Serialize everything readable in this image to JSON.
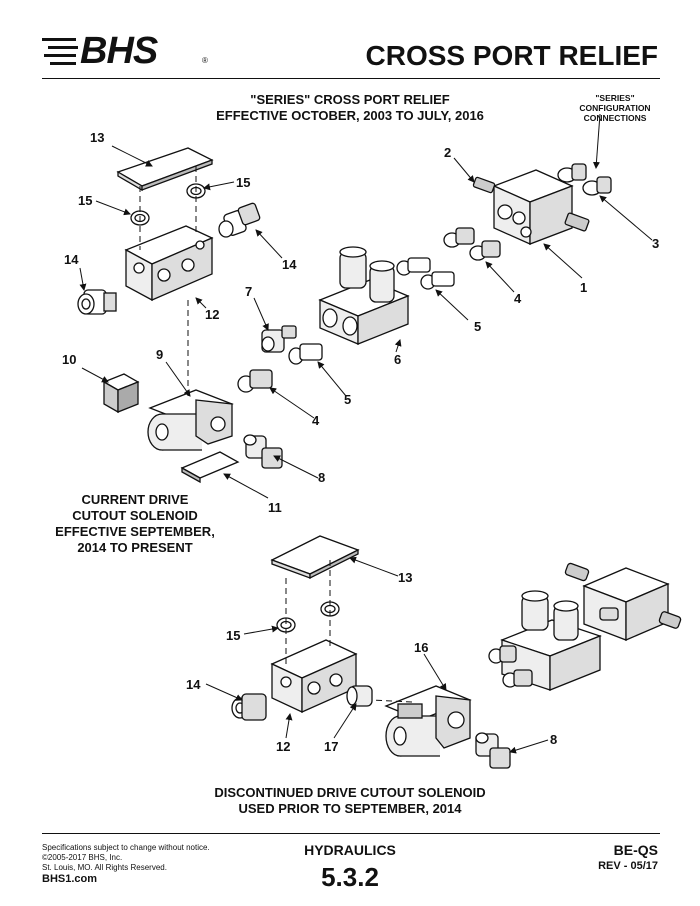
{
  "header": {
    "logo_text": "BHS",
    "logo_reg": "®",
    "title": "CROSS PORT RELIEF"
  },
  "sections": {
    "series_title_line1": "\"SERIES\" CROSS PORT RELIEF",
    "series_title_line2": "EFFECTIVE OCTOBER, 2003 TO JULY, 2016",
    "series_config_line1": "\"SERIES\"",
    "series_config_line2": "CONFIGURATION",
    "series_config_line3": "CONNECTIONS",
    "current_line1": "CURRENT DRIVE",
    "current_line2": "CUTOUT SOLENOID",
    "current_line3": "EFFECTIVE SEPTEMBER,",
    "current_line4": "2014 TO PRESENT",
    "discontinued_line1": "DISCONTINUED DRIVE CUTOUT SOLENOID",
    "discontinued_line2": "USED PRIOR TO SEPTEMBER, 2014"
  },
  "callouts": {
    "c13a": "13",
    "c15a": "15",
    "c15b": "15",
    "c14a": "14",
    "c14b": "14",
    "c12a": "12",
    "c2": "2",
    "c3": "3",
    "c1": "1",
    "c4a": "4",
    "c5a": "5",
    "c6": "6",
    "c7": "7",
    "c5b": "5",
    "c4b": "4",
    "c10": "10",
    "c9": "9",
    "c8a": "8",
    "c11": "11",
    "c13b": "13",
    "c15c": "15",
    "c16": "16",
    "c14c": "14",
    "c12b": "12",
    "c17": "17",
    "c8b": "8"
  },
  "footer": {
    "spec_line1": "Specifications subject to change without notice.",
    "spec_line2": "©2005-2017 BHS, Inc.",
    "spec_line3": "St. Louis, MO.  All Rights Reserved.",
    "url": "BHS1.com",
    "section": "HYDRAULICS",
    "page_number": "5.3.2",
    "doc_code": "BE-QS",
    "revision": "REV - 05/17"
  },
  "colors": {
    "ink": "#111111",
    "paper": "#ffffff",
    "shade": "#d9d9d9"
  }
}
